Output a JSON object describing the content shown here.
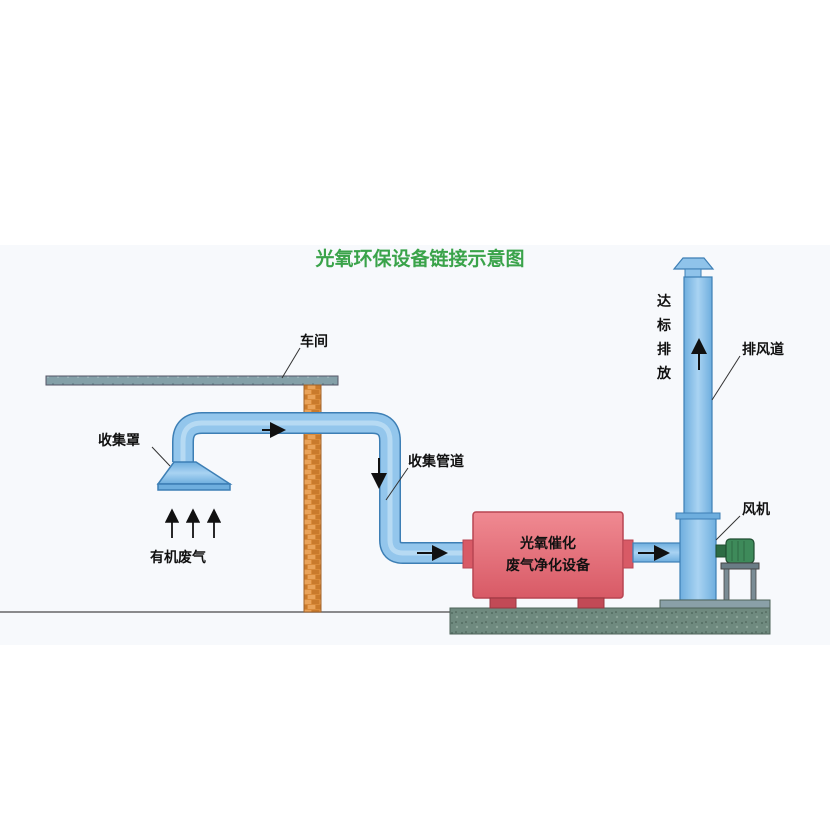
{
  "title": "光氧环保设备链接示意图",
  "labels": {
    "workshop": "车间",
    "hood": "收集罩",
    "organic_gas": "有机废气",
    "duct": "收集管道",
    "device_line1": "光氧催化",
    "device_line2": "废气净化设备",
    "exhaust_pipe": "排风道",
    "fan": "风机",
    "emission_1": "达",
    "emission_2": "标",
    "emission_3": "排",
    "emission_4": "放"
  },
  "colors": {
    "background": "#f7f9fc",
    "title": "#3aa34a",
    "duct_fill": "#8fc3ea",
    "duct_stroke": "#3d7fb5",
    "device_fill": "#e8707a",
    "device_stroke": "#b84552",
    "brick": "#d98a3a",
    "ground": "#6f8a7f",
    "fan_motor": "#3e8a5a",
    "arrow": "#111111"
  },
  "icons": {
    "flow_arrow": "arrow-icon",
    "fan_motor": "motor-icon"
  }
}
